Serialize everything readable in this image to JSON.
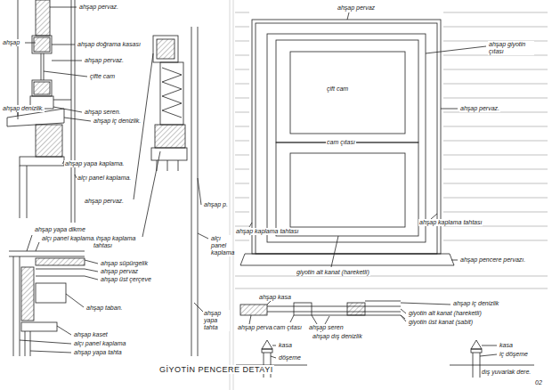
{
  "diagram": {
    "title": "GİYOTİN PENCERE DETAYI",
    "labels": [
      "ahşap pervaz.",
      "ahşap",
      "ahşap doğrama kasası",
      "ahşap pervaz.",
      "çifte cam",
      "ahşap denizlik.",
      "ahşap seren.",
      "ahşap iç denizlik.",
      "ahşap yapa kaplama.",
      "alçı panel kaplama.",
      "ahşap pervaz.",
      "ahşap kaplama tahtası",
      "ahşap p.",
      "alçı panel kaplama",
      "ahşap yapa tahta",
      "ahşap yapa dikme",
      "alçı panel kaplama.",
      "ahşap süpürgelik",
      "ahşap pervaz",
      "ahşap üst çerçeve",
      "ahşap taban.",
      "ahşap kaset",
      "alçı panel kaplama",
      "ahşap yapa tahta",
      "ahşap pervaz",
      "çift cam",
      "cam çıtası",
      "ahşap giyotin çıtası",
      "ahşap pervaz.",
      "ahşap kaplama tahtası",
      "ahşap kaplama tahtası",
      "giyotin alt kanat (hareketli)",
      "ahşap pencere pervazı.",
      "ahşap kasa",
      "ahşap pervaz",
      "cam çıtası",
      "ahşap seren",
      "ahşap dış denizlik",
      "ahşap iç denizlik",
      "giyotin alt kanat (hareketli)",
      "giyotin üst kanat (sabit)",
      "kasa",
      "döşeme",
      "kasa",
      "iç döşeme",
      "dış yuvarlak dere.",
      "02"
    ]
  }
}
